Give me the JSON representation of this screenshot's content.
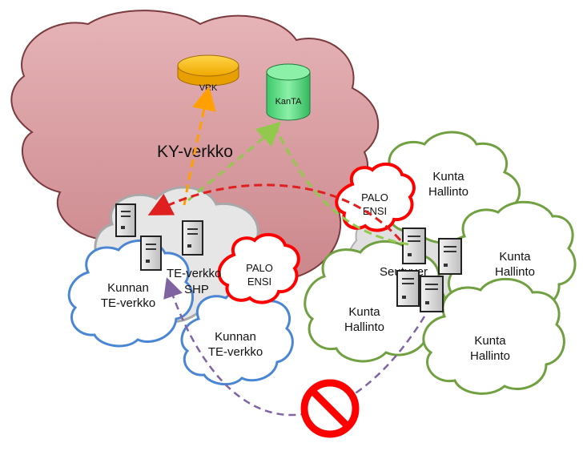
{
  "nodes": {
    "vrk": "VRK",
    "kanta": "KanTA",
    "ky_verkko": "KY-verkko",
    "te_verkko_line1": "TE-verkko",
    "te_verkko_line2": "SHP",
    "palo_left_line1": "PALO",
    "palo_left_line2": "ENSI",
    "palo_right_line1": "PALO",
    "palo_right_line2": "ENSI",
    "seutuverkko": "Seutuver",
    "kunnan_te_1_line1": "Kunnan",
    "kunnan_te_1_line2": "TE-verkko",
    "kunnan_te_2_line1": "Kunnan",
    "kunnan_te_2_line2": "TE-verkko",
    "kunta_top_line1": "Kunta",
    "kunta_top_line2": "Hallinto",
    "kunta_right_line1": "Kunta",
    "kunta_right_line2": "Hallinto",
    "kunta_left_line1": "Kunta",
    "kunta_left_line2": "Hallinto",
    "kunta_bottom_line1": "Kunta",
    "kunta_bottom_line2": "Hallinto"
  },
  "colors": {
    "ky_cloud": "#d9a0a4",
    "ky_cloud_edge": "#7a3a3e",
    "vrk_db": "#ffc000",
    "kanta_db": "#4ddc7c",
    "palo_edge": "#ff0000",
    "kunnan_edge": "#4a86d4",
    "kunta_edge": "#70a040",
    "seutu_cloud": "#dcdcdc",
    "arrow_orange": "#ffa000",
    "arrow_green": "#92c84c",
    "arrow_red": "#e02020",
    "arrow_purple": "#8064a2",
    "no_sign": "#ff0000"
  },
  "icons": {
    "server": "server-icon",
    "database": "database-icon",
    "prohibited": "no-entry-icon"
  }
}
